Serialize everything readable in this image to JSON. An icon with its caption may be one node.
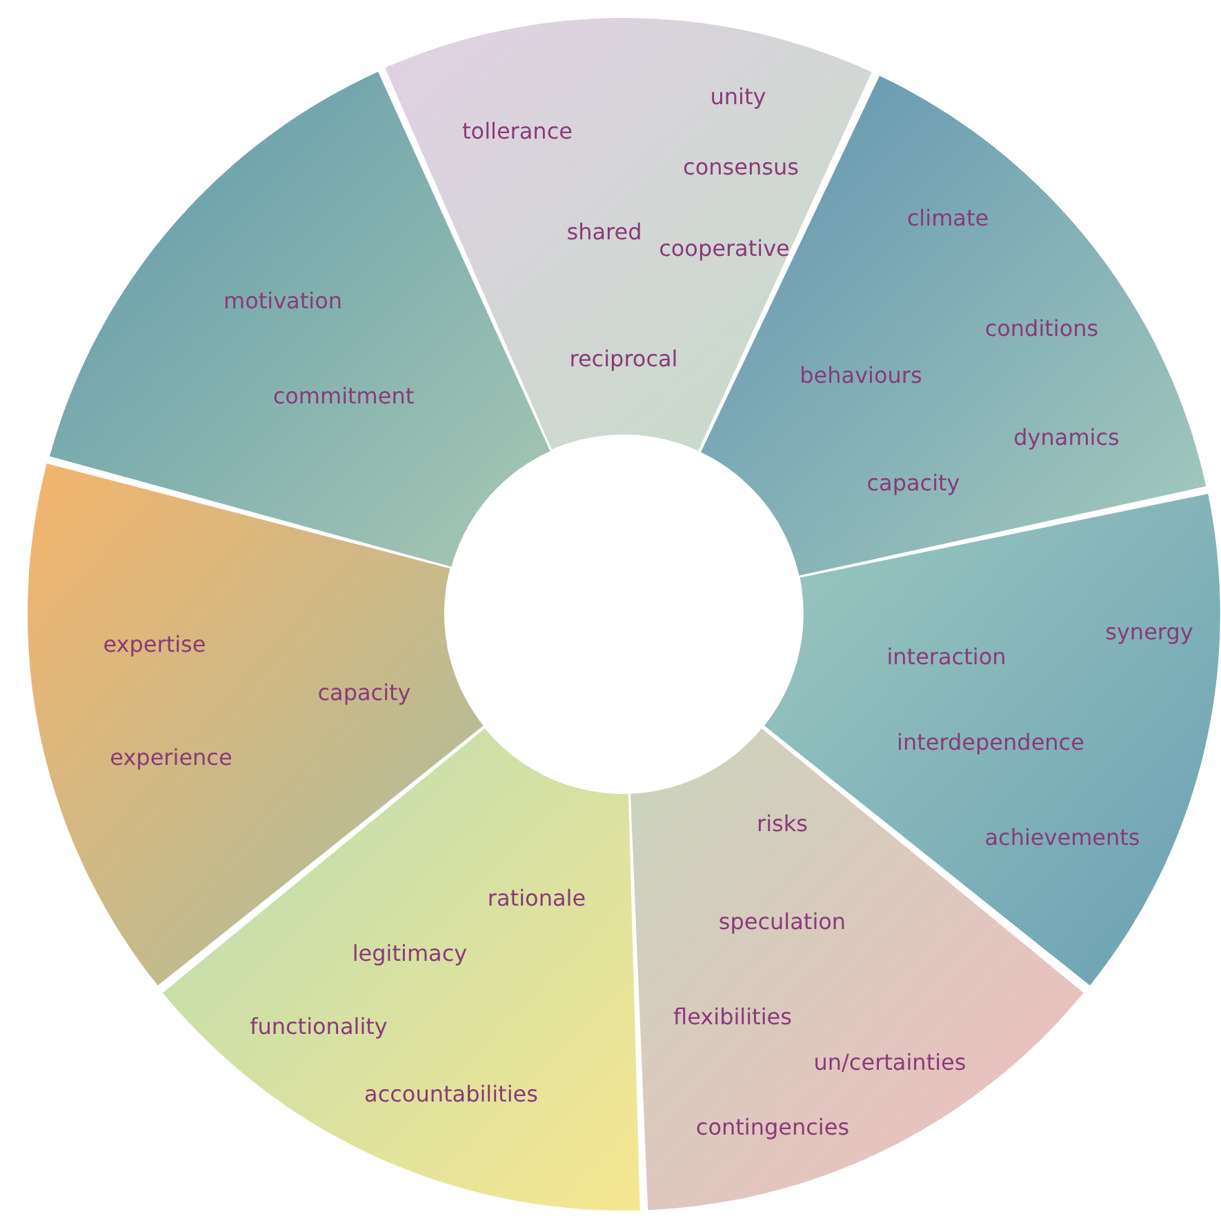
{
  "diagram": {
    "nodes": [
      {
        "text": [
          "tollerance",
          "unity",
          "consensus",
          "shared",
          "cooperative",
          "reciprocal"
        ]
      },
      {
        "text": [
          "climate",
          "conditions",
          "behaviours",
          "dynamics",
          "capacity"
        ]
      },
      {
        "text": [
          "synergy",
          "interaction",
          "interdependence",
          "achievements"
        ]
      },
      {
        "text": [
          "risks",
          "speculation",
          "flexibilities",
          "un/certainties",
          "contingencies"
        ]
      },
      {
        "text": [
          "rationale",
          "legitimacy",
          "functionality",
          "accountabilities"
        ]
      },
      {
        "text": [
          "expertise",
          "capacity",
          "experience"
        ]
      },
      {
        "text": [
          "motivation",
          "commitment"
        ]
      }
    ]
  }
}
